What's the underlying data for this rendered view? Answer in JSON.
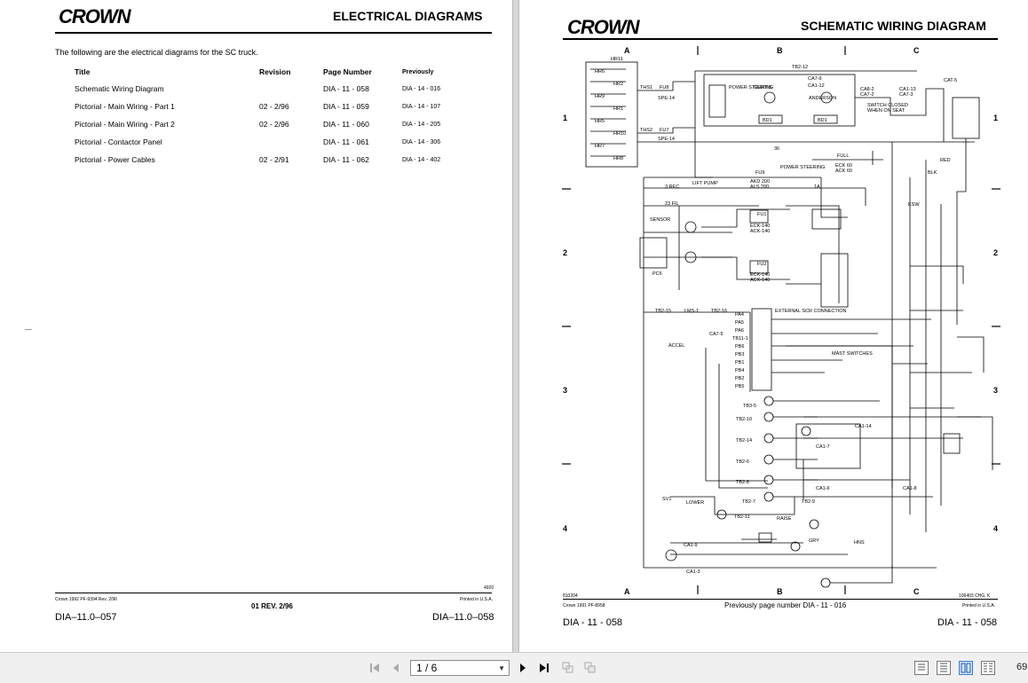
{
  "viewer": {
    "page_indicator": "1 / 6",
    "zoom_text": "69"
  },
  "left": {
    "logo": "CROWN",
    "title": "ELECTRICAL DIAGRAMS",
    "intro": "The following are the electrical diagrams for the SC truck.",
    "columns": [
      "Title",
      "Revision",
      "Page Number",
      "Previously"
    ],
    "rows": [
      [
        "Schematic Wiring Diagram",
        "",
        "DIA - 11 - 058",
        "DIA - 14 - 016"
      ],
      [
        "Pictorial - Main Wiring - Part 1",
        "02 - 2/96",
        "DIA - 11 - 059",
        "DIA - 14 - 107"
      ],
      [
        "Pictorial - Main Wiring - Part 2",
        "02 - 2/96",
        "DIA - 11 - 060",
        "DIA - 14 - 205"
      ],
      [
        "Pictorial - Contactor Panel",
        "",
        "DIA - 11 - 061",
        "DIA - 14 - 306"
      ],
      [
        "Pictorial - Power Cables",
        "02 - 2/91",
        "DIA - 11 - 062",
        "DIA - 14 - 402"
      ]
    ],
    "code_small": "4920",
    "copyright": "Crown 1992 PF-9394 Rev. 2/96",
    "printed": "Printed in U.S.A.",
    "revision": "01 REV. 2/96",
    "footer_left": "DIA–11.0–057",
    "footer_right": "DIA–11.0–058"
  },
  "right": {
    "logo": "CROWN",
    "title": "SCHEMATIC WIRING DIAGRAM",
    "col_a": "A",
    "col_b": "B",
    "col_c": "C",
    "row_1": "1",
    "row_2": "2",
    "row_3": "3",
    "row_4": "4",
    "code_left": "810204",
    "code_right": "106403 CHG. K",
    "copyright": "Crown 1991 PF-8958",
    "previously": "Previously page number DIA - 11 - 016",
    "printed": "Printed in U.S.A.",
    "footer_left": "DIA - 11 - 058",
    "footer_right": "DIA - 11 - 058",
    "labels": {
      "hr11": "HR11",
      "hr6": "HR6",
      "hr2": "HR2",
      "hr9": "HR9",
      "hr1": "HR1",
      "hr5": "HR5",
      "hr10": "HR10",
      "hr7": "HR7",
      "hr8": "HR8",
      "ths1": "THS1",
      "fu8": "FU8",
      "spe14a": "SPE-14",
      "ths2": "THS2",
      "fu7": "FU7",
      "spe14b": "SPE-14",
      "tb212": "TB2-12",
      "ca79": "CA7-9",
      "ca112": "CA1-12",
      "power_steering_vert": "POWER STEERING",
      "curtis": "CURTIS",
      "anderson": "ANDERSON",
      "bd1a": "BD1",
      "bd1b": "BD1",
      "ca82": "CA8-2",
      "ca72": "CA7-2",
      "ca113": "CA1-13",
      "ca73": "CA7-3",
      "switch_closed": "SWITCH CLOSED",
      "when_on_seat": "WHEN ON SEAT",
      "cat5": "CAT-5",
      "n36": "36",
      "full": "FULL",
      "power_steering": "POWER STEERING",
      "eck60": "ECK 60",
      "ack60": "ACK 60",
      "lift_pump": "LIFT PUMP",
      "fu9": "FU9",
      "akd200": "AKD 200",
      "als200": "ALS 200",
      "n1a": "1A",
      "rec3": "3 REC",
      "fil23": "23 FIL",
      "sensor": "SENSOR",
      "fu1": "FU1",
      "eck140a": "ECK-140",
      "ack140a": "ACK-140",
      "fu2": "FU2",
      "eck140b": "ECK-140",
      "ack140b": "ACK-140",
      "pc6": "PC6",
      "tb215": "TB2-15",
      "lms1": "LMS-1",
      "tb216": "TB2-16",
      "pa4": "PA4",
      "pa5": "PA5",
      "pa6": "PA6",
      "tb111": "TB11-1",
      "pb6": "PB6",
      "pb3": "PB3",
      "pb1": "PB1",
      "pb4": "PB4",
      "pb2": "PB2",
      "pb5": "PB5",
      "accel": "ACCEL",
      "ca75": "CA7-5",
      "external_sc": "EXTERNAL SCR CONNECTION",
      "tb35": "TB3-5",
      "tb210": "TB2-10",
      "tb214": "TB2-14",
      "tb26": "TB2-6",
      "tb28": "TB2-8",
      "mast_switches": "MAST SWITCHES",
      "ca114": "CA1-14",
      "ca17": "CA1-7",
      "ca16": "CA1-6",
      "ca18": "CA1-8",
      "sv1": "SV1",
      "lower": "LOWER",
      "tb27": "TB2-7",
      "tb211": "TB2-11",
      "raise": "RAISE",
      "tb29": "TB2-9",
      "ca19": "CA1-9",
      "ca13": "CA1-3",
      "gry": "GRY",
      "hns": "HNS",
      "red": "RED",
      "blk": "BLK",
      "ksw": "KSW"
    }
  }
}
